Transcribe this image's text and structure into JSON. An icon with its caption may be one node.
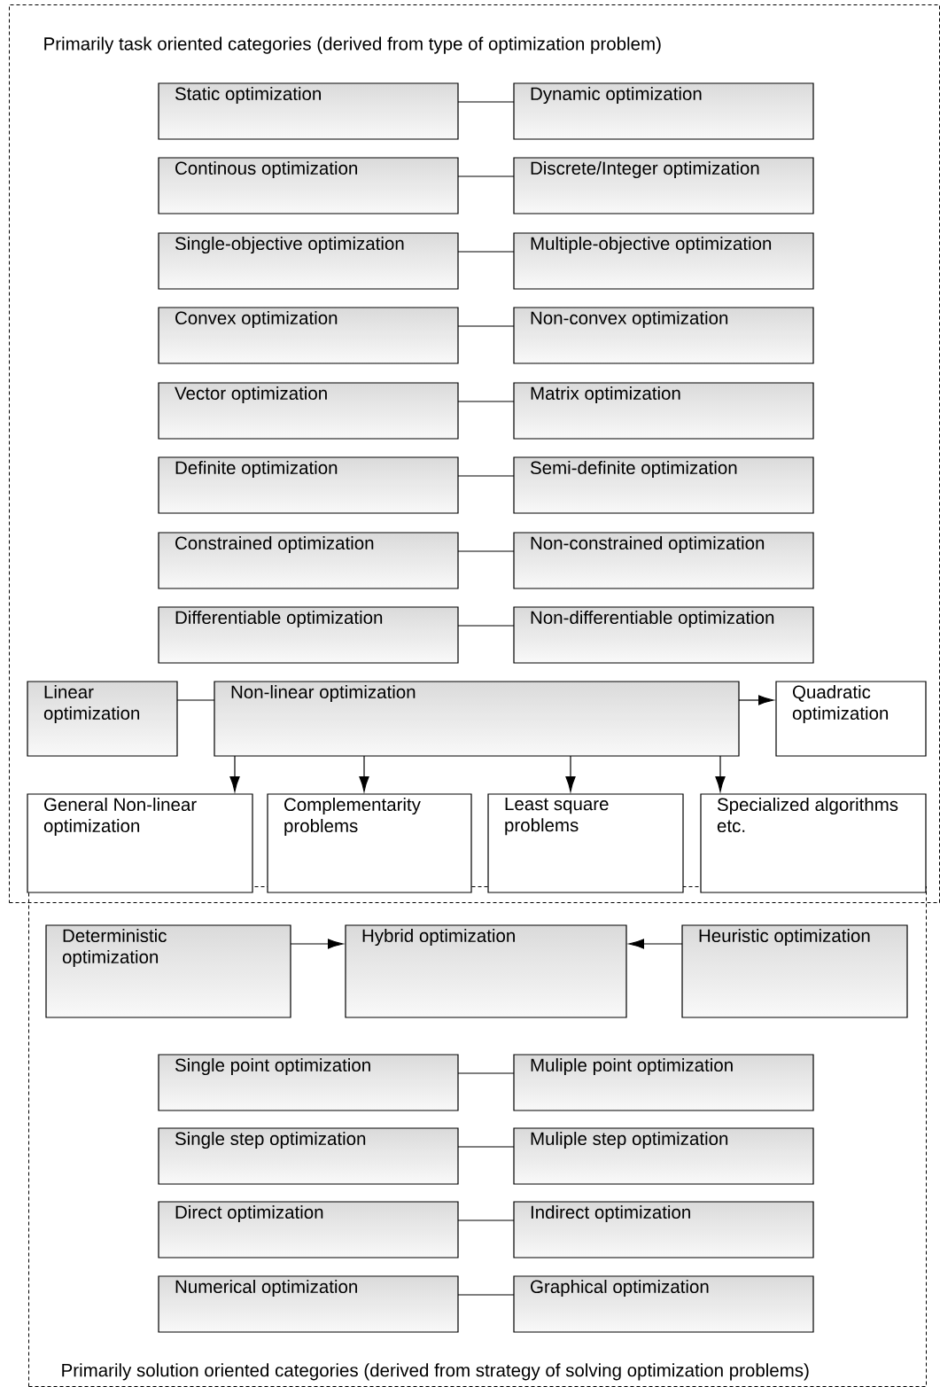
{
  "diagram": {
    "nodes": [
      {
        "text": [
          "Primarily task oriented categories (derived from type of optimization problem)"
        ]
      },
      {
        "text": [
          "Primarily solution oriented categories (derived from strategy of solving optimization problems)"
        ]
      },
      {
        "text": [
          "Static optimization"
        ],
        "in": 0
      },
      {
        "text": [
          "Dynamic optimization"
        ],
        "in": 0
      },
      {
        "text": [
          "Continous optimization"
        ],
        "in": 0
      },
      {
        "text": [
          "Discrete/Integer optimization"
        ],
        "in": 0
      },
      {
        "text": [
          "Single-objective optimization"
        ],
        "in": 0
      },
      {
        "text": [
          "Multiple-objective optimization"
        ],
        "in": 0
      },
      {
        "text": [
          "Convex optimization"
        ],
        "in": 0
      },
      {
        "text": [
          "Non-convex optimization"
        ],
        "in": 0
      },
      {
        "text": [
          "Vector optimization"
        ],
        "in": 0
      },
      {
        "text": [
          "Matrix optimization"
        ],
        "in": 0
      },
      {
        "text": [
          "Definite optimization"
        ],
        "in": 0
      },
      {
        "text": [
          "Semi-definite optimization"
        ],
        "in": 0
      },
      {
        "text": [
          "Constrained optimization"
        ],
        "in": 0
      },
      {
        "text": [
          "Non-constrained optimization"
        ],
        "in": 0
      },
      {
        "text": [
          "Differentiable optimization"
        ],
        "in": 0
      },
      {
        "text": [
          "Non-differentiable optimization"
        ],
        "in": 0
      },
      {
        "text": [
          "Linear optimization"
        ],
        "in": 0
      },
      {
        "text": [
          "Non-linear optimization"
        ],
        "in": 0
      },
      {
        "text": [
          "Quadratic optimization"
        ],
        "in": 0
      },
      {
        "text": [
          "General Non-linear optimization"
        ],
        "in": 0
      },
      {
        "text": [
          "Complementarity problems"
        ],
        "in": 0
      },
      {
        "text": [
          "Least square problems"
        ],
        "in": 0
      },
      {
        "text": [
          "Specialized algorithms etc."
        ],
        "in": 0
      },
      {
        "text": [
          "Deterministic optimization"
        ],
        "in": 1
      },
      {
        "text": [
          "Hybrid optimization"
        ],
        "in": 1
      },
      {
        "text": [
          "Heuristic optimization"
        ],
        "in": 1
      },
      {
        "text": [
          "Single point optimization"
        ],
        "in": 1
      },
      {
        "text": [
          "Muliple point optimization"
        ],
        "in": 1
      },
      {
        "text": [
          "Single step optimization"
        ],
        "in": 1
      },
      {
        "text": [
          "Muliple step optimization"
        ],
        "in": 1
      },
      {
        "text": [
          "Direct optimization"
        ],
        "in": 1
      },
      {
        "text": [
          "Indirect optimization"
        ],
        "in": 1
      },
      {
        "text": [
          "Numerical optimization"
        ],
        "in": 1
      },
      {
        "text": [
          "Graphical optimization"
        ],
        "in": 1
      }
    ],
    "edges": [
      {
        "from": 2,
        "to": 3,
        "arrow": "none"
      },
      {
        "from": 4,
        "to": 5,
        "arrow": "none"
      },
      {
        "from": 6,
        "to": 7,
        "arrow": "none"
      },
      {
        "from": 8,
        "to": 9,
        "arrow": "none"
      },
      {
        "from": 10,
        "to": 11,
        "arrow": "none"
      },
      {
        "from": 12,
        "to": 13,
        "arrow": "none"
      },
      {
        "from": 14,
        "to": 15,
        "arrow": "none"
      },
      {
        "from": 16,
        "to": 17,
        "arrow": "none"
      },
      {
        "from": 18,
        "to": 19,
        "arrow": "none"
      },
      {
        "from": 19,
        "to": 20,
        "arrow": "to"
      },
      {
        "from": 19,
        "to": 21,
        "arrow": "to"
      },
      {
        "from": 19,
        "to": 22,
        "arrow": "to"
      },
      {
        "from": 19,
        "to": 23,
        "arrow": "to"
      },
      {
        "from": 19,
        "to": 24,
        "arrow": "to"
      },
      {
        "from": 25,
        "to": 26,
        "arrow": "to"
      },
      {
        "from": 27,
        "to": 26,
        "arrow": "to"
      },
      {
        "from": 28,
        "to": 29,
        "arrow": "none"
      },
      {
        "from": 30,
        "to": 31,
        "arrow": "none"
      },
      {
        "from": 32,
        "to": 33,
        "arrow": "none"
      },
      {
        "from": 34,
        "to": 35,
        "arrow": "none"
      }
    ]
  }
}
